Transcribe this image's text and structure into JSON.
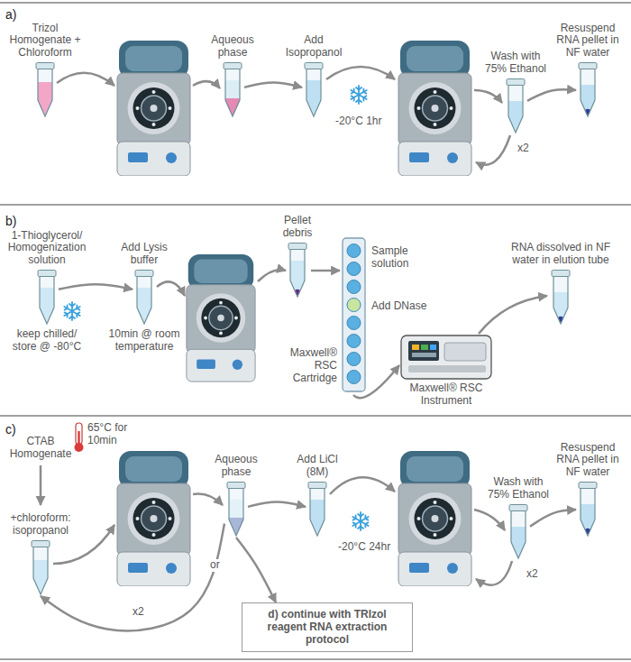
{
  "diagram": {
    "nodes": [
      {
        "text": [
          "Trizol Homogenate + Chloroform"
        ]
      },
      {
        "text": [
          "Aqueous phase"
        ]
      },
      {
        "text": [
          "Add Isopropanol"
        ]
      },
      {
        "text": [
          "Wash with 75% Ethanol"
        ]
      },
      {
        "text": [
          "Resuspend RNA pellet in NF water"
        ]
      },
      {
        "text": [
          "1-Thioglycerol/ Homogenization solution",
          "keep chilled/ store @ -80°C"
        ]
      },
      {
        "text": [
          "Add Lysis buffer",
          "10min @ room temperature"
        ]
      },
      {
        "text": [
          "Pellet debris"
        ]
      },
      {
        "text": [
          "RNA dissolved in NF water in elution tube"
        ]
      },
      {
        "text": [
          "CTAB Homogenate",
          "+chloroform: isopropanol"
        ]
      },
      {
        "text": [
          "Aqueous phase"
        ]
      },
      {
        "text": [
          "Add LiCl (8M)"
        ]
      },
      {
        "text": [
          "Wash with 75% Ethanol"
        ]
      },
      {
        "text": [
          "Resuspend RNA pellet in NF water"
        ]
      },
      {
        "text": [
          "d) continue with TRIzol reagent RNA extraction protocol"
        ]
      }
    ],
    "edges": [
      {
        "from": 1,
        "to": 2,
        "arrow": "to"
      },
      {
        "from": 3,
        "to": 4,
        "arrow": "to"
      },
      {
        "from": 5,
        "to": 6,
        "arrow": "to"
      },
      {
        "from": 10,
        "to": 11,
        "arrow": "to"
      },
      {
        "from": 10,
        "to": 9,
        "label": "x2",
        "arrow": "to"
      },
      {
        "from": 10,
        "to": 14,
        "label": "or",
        "arrow": "to"
      },
      {
        "from": 12,
        "to": 13,
        "arrow": "to"
      }
    ],
    "labels": [
      "a)",
      "-20°C 1hr",
      "x2",
      "b)",
      "Sample solution",
      "Add DNase",
      "Maxwell® RSC Cartridge",
      "Maxwell® RSC Instrument",
      "c)",
      "65°C for 10min",
      "-20°C 24hr",
      "x2"
    ]
  }
}
